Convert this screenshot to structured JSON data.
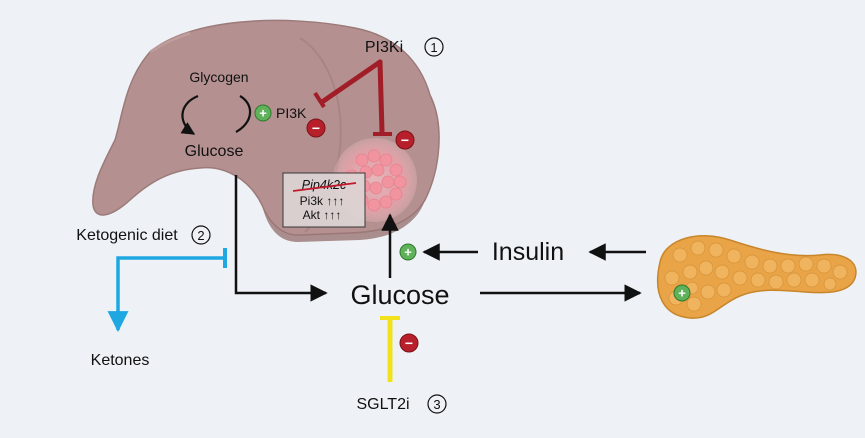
{
  "colors": {
    "background": "#eef2f6",
    "liver": "#b49090",
    "liver_shadow": "#987474",
    "tumor": "#f5b5bd",
    "pi3k_inhibitor_arrow": "#a11d27",
    "ketogenic_arrow": "#1ea7e1",
    "sglt2_arrow": "#f2e21b",
    "pancreas": "#e8a447",
    "plus_badge": "#5fb15a",
    "minus_badge": "#b71f2a",
    "arrow_black": "#111111"
  },
  "labels": {
    "pi3ki": "PI3Ki",
    "pi3ki_num": "1",
    "ketogenic_diet": "Ketogenic diet",
    "ketogenic_num": "2",
    "sglt2i": "SGLT2i",
    "sglt2i_num": "3",
    "ketones": "Ketones",
    "insulin": "Insulin",
    "glucose_main": "Glucose",
    "liver_glycogen": "Glycogen",
    "liver_glucose": "Glucose",
    "pi3k": "PI3K"
  },
  "tumor_box": {
    "gene_struck": "Pip4k2c",
    "line2": "Pi3k ↑↑↑",
    "line3": "Akt ↑↑↑"
  },
  "badges": {
    "plus": "+",
    "minus": "−"
  },
  "icons": [
    "plus-badge-icon",
    "minus-badge-icon",
    "cycle-arrows-icon",
    "inhibition-bar-icon",
    "arrow-icon"
  ]
}
